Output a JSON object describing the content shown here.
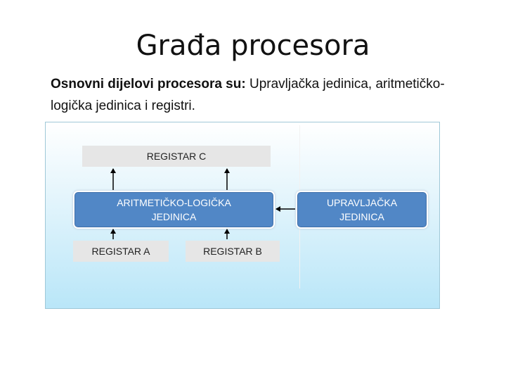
{
  "slide": {
    "title": "Građa procesora",
    "intro_bold": "Osnovni dijelovi procesora su:",
    "intro_text": " Upravljačka jedinica, aritmetičko-logička jedinica i registri."
  },
  "diagram": {
    "register_c": "REGISTAR C",
    "alu_line1": "ARITMETIČKO-LOGIČKA",
    "alu_line2": "JEDINICA",
    "control_unit_line1": "UPRAVLJAČKA",
    "control_unit_line2": "JEDINICA",
    "register_a": "REGISTAR A",
    "register_b": "REGISTAR B"
  }
}
